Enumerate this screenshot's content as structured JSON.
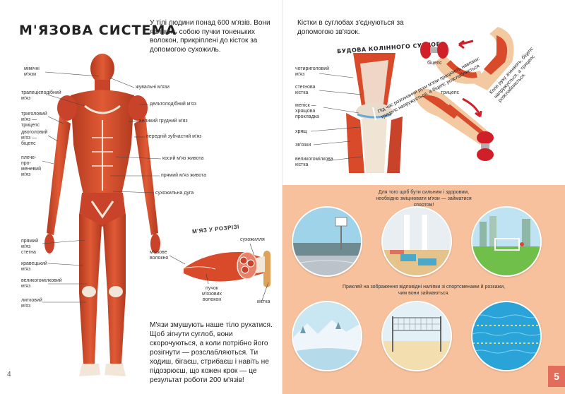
{
  "left": {
    "title": "М'ЯЗОВА СИСТЕМА",
    "intro": "У тілі людини понад 600 м'язів. Вони являють собою пучки тоненьких волокон, прикріплені до кісток за допомогою сухожиль.",
    "labels_left": [
      "мімічні м'язи",
      "трапецієподібний м'яз",
      "триголовий м'яз — трицепс",
      "двоголовий м'яз — біцепс",
      "плече-про-меневий м'яз",
      "прямий м'яз стегна",
      "кравецький м'яз",
      "великогомілковий м'яз",
      "литковий м'яз"
    ],
    "labels_right": [
      "жувальні м'язи",
      "дельтоподібний м'яз",
      "великий грудний м'яз",
      "передній зубчастий м'яз",
      "косий м'яз живота",
      "прямий м'яз живота",
      "сухожильна дуга"
    ],
    "section_title": "М'ЯЗ У РОЗРІЗІ",
    "section_labels": [
      "сухожилля",
      "м'язове волокно",
      "пучок м'язових волокон",
      "кістка"
    ],
    "bottom_text": "М'язи змушують наше тіло рухатися. Щоб зігнути суглоб, вони скорочуються, а коли потрібно його розігнути — розслабляються. Ти ходиш, бігаєш, стрибаєш і навіть не підозрюєш, що кожен крок — це результат роботи 200 м'язів!",
    "page_number": "4"
  },
  "right": {
    "intro": "Кістки в суглобах з'єднуються за допомогою зв'язок.",
    "knee_title": "БУДОВА КОЛІННОГО СУГЛОБА",
    "knee_labels": [
      "чотириголовий м'яз",
      "стегнова кістка",
      "меніск — хрящова прокладка",
      "хрящ",
      "зв'язки",
      "великогомілкова кістка"
    ],
    "arm_labels": [
      "біцепс",
      "трицепс"
    ],
    "arm_note_bend": "Коли руку згинають, біцепс напружується, а трицепс розслабляється.",
    "arm_note_straight": "Під час розгинання руки м'язи працюють навпаки: трицепс напружується, а біцепс розслабляється.",
    "sport_text": "Для того щоб бути сильним і здоровим, необхідно зміцнювати м'язи — займатися спортом!",
    "sticker_text": "Приклей на зображення відповідні наліпки зі спортсменами й розкажи, чим вони займаються.",
    "page_number": "5"
  },
  "colors": {
    "muscle": "#d94a2b",
    "muscle_dark": "#b33a1f",
    "tendon": "#f2e6d8",
    "orange_panel": "#f6c19c",
    "badge": "#e26d5a"
  }
}
